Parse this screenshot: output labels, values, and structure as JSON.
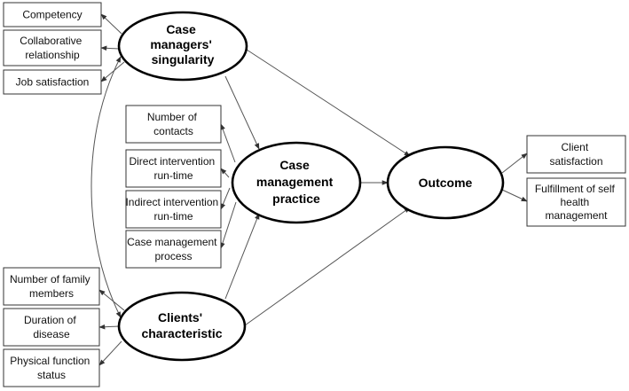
{
  "colors": {
    "line": "#555555",
    "box_border": "#333333",
    "ellipse_border": "#000000",
    "text": "#111111"
  },
  "constructs": {
    "case_managers": [
      "Case",
      "managers'",
      "singularity"
    ],
    "practice": [
      "Case",
      "management",
      "practice"
    ],
    "clients": [
      "Clients'",
      "characteristic"
    ],
    "outcome": [
      "Outcome"
    ]
  },
  "indicators": {
    "competency": [
      "Competency"
    ],
    "collaborative": [
      "Collaborative",
      "relationship"
    ],
    "job_satisfaction": [
      "Job satisfaction"
    ],
    "contacts": [
      "Number of",
      "contacts"
    ],
    "direct": [
      "Direct intervention",
      "run-time"
    ],
    "indirect": [
      "Indirect intervention",
      "run-time"
    ],
    "process": [
      "Case management",
      "process"
    ],
    "family": [
      "Number of family",
      "members"
    ],
    "duration": [
      "Duration of",
      "disease"
    ],
    "physical": [
      "Physical function",
      "status"
    ],
    "client_satisfaction": [
      "Client",
      "satisfaction"
    ],
    "self_health": [
      "Fulfillment of self",
      "health",
      "management"
    ]
  }
}
